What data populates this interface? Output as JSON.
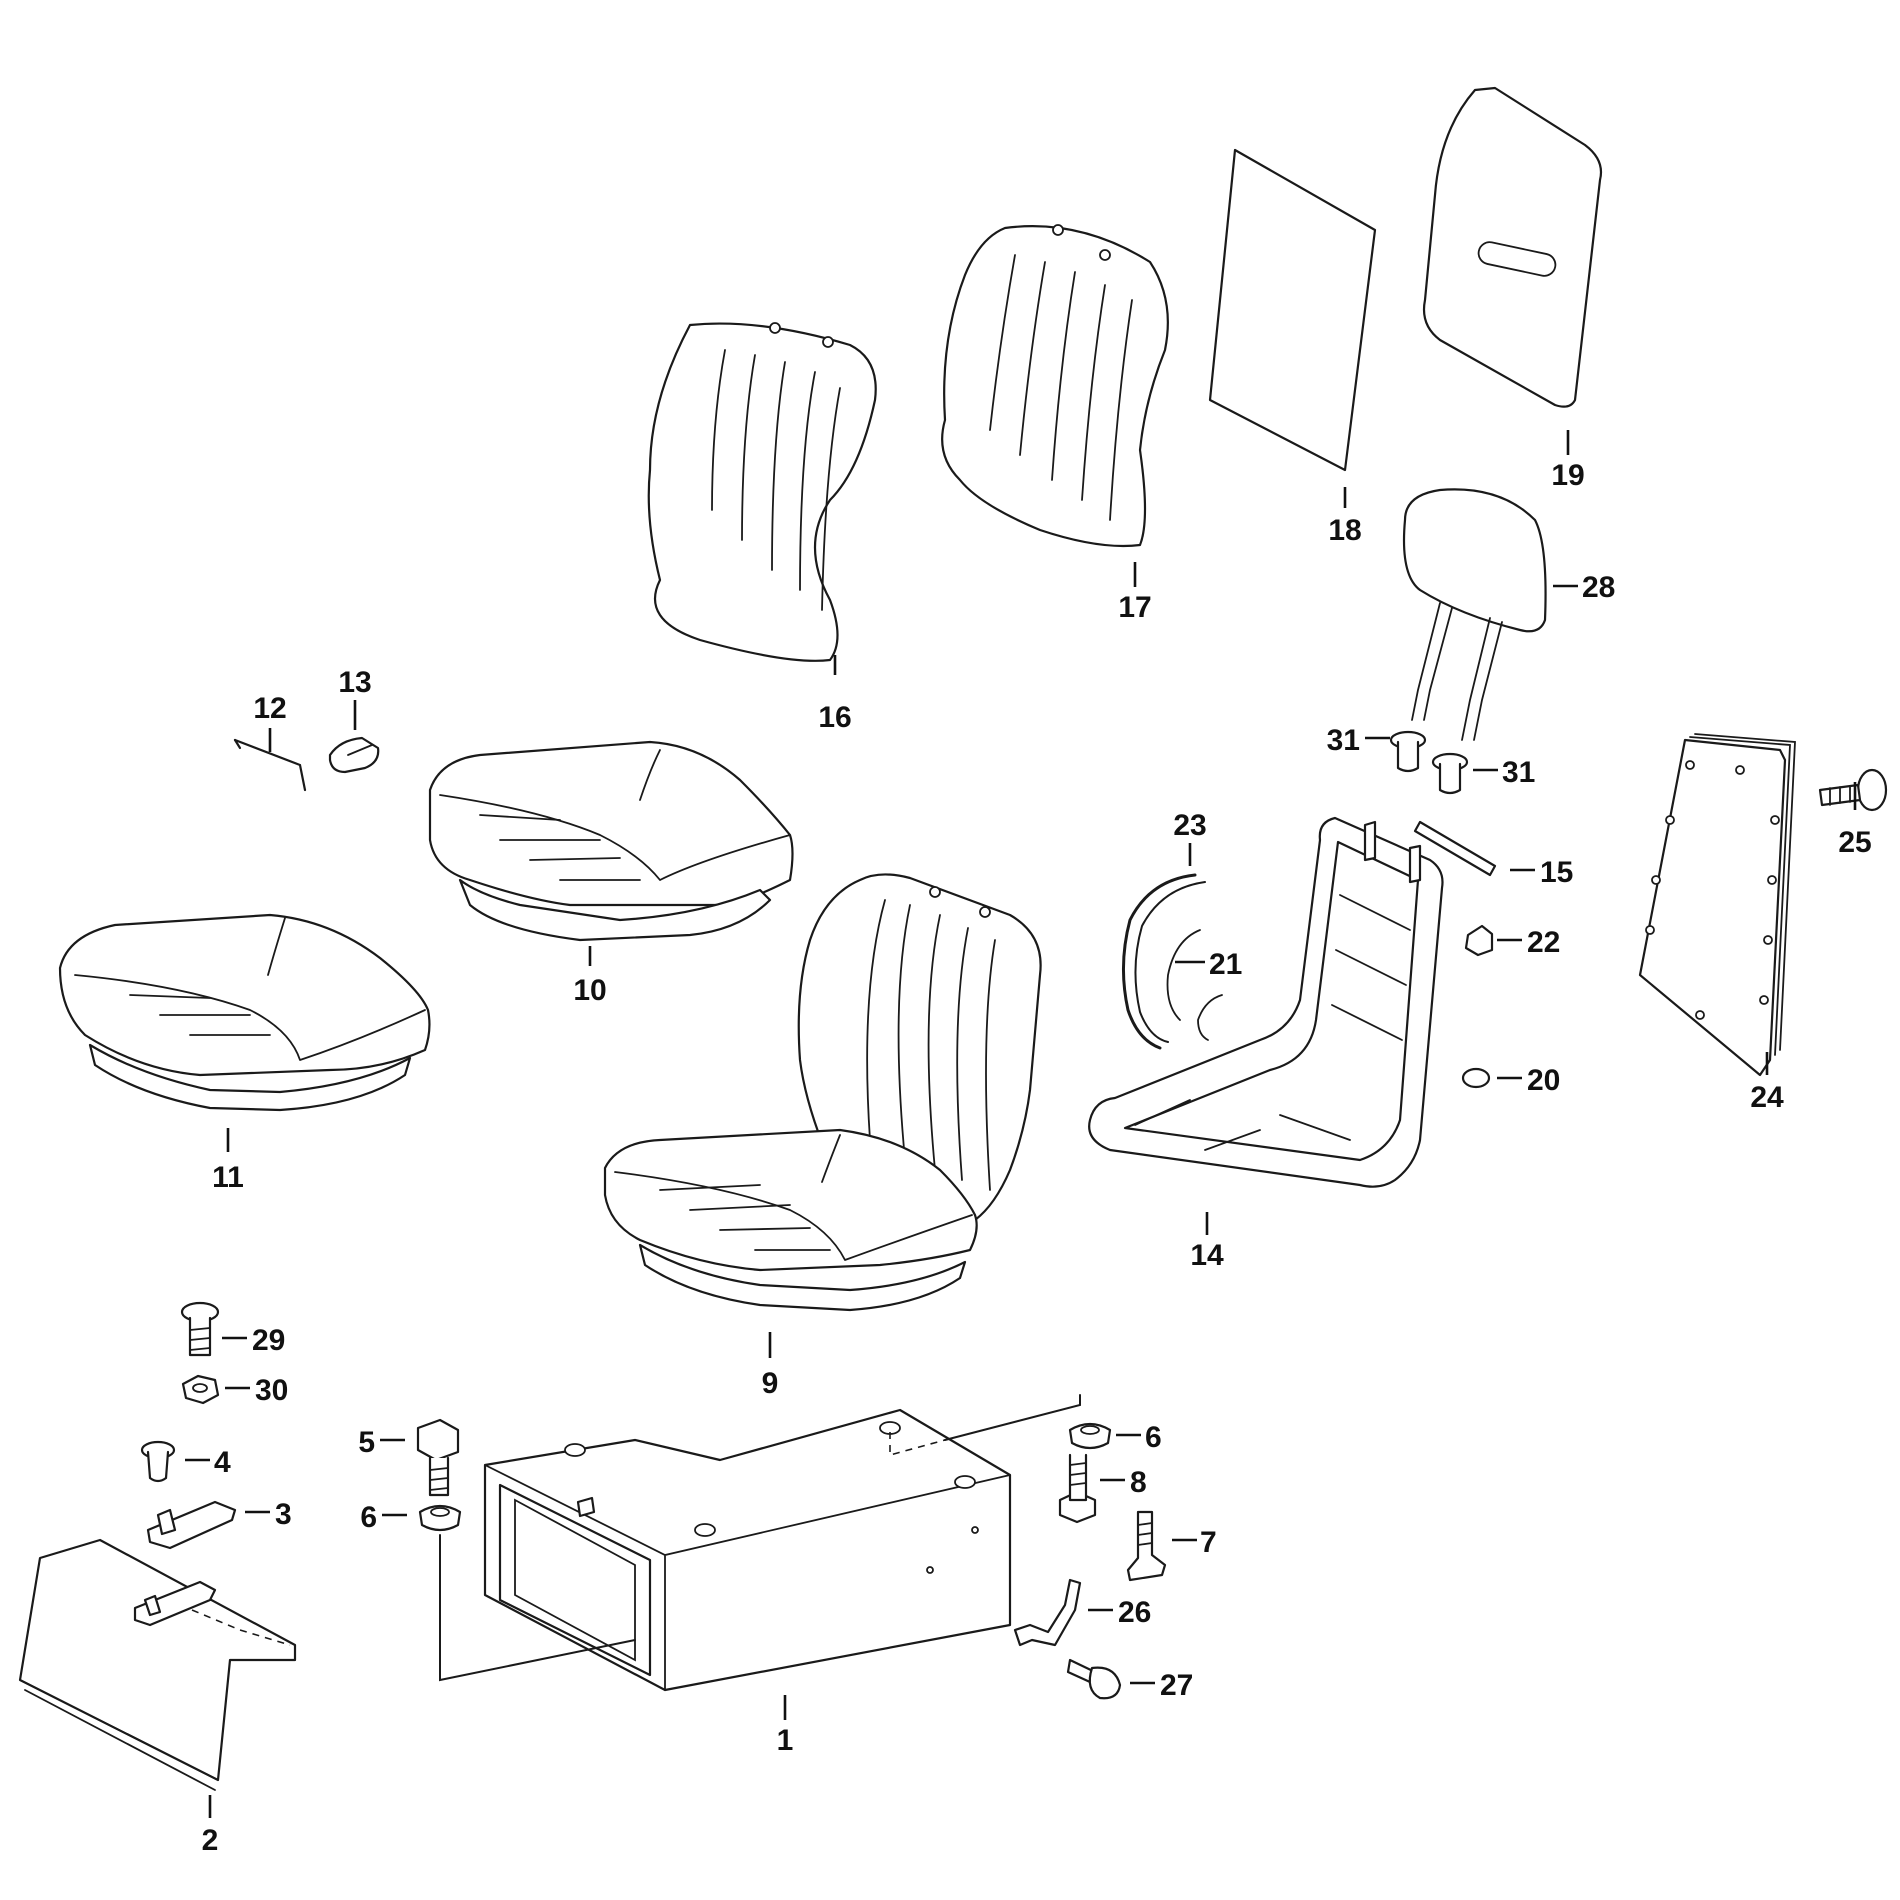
{
  "diagram": {
    "type": "exploded-parts-view",
    "callouts": {
      "c1": "1",
      "c2": "2",
      "c3": "3",
      "c4": "4",
      "c5": "5",
      "c6a": "6",
      "c6b": "6",
      "c7": "7",
      "c8": "8",
      "c9": "9",
      "c10": "10",
      "c11": "11",
      "c12": "12",
      "c13": "13",
      "c14": "14",
      "c15": "15",
      "c16": "16",
      "c17": "17",
      "c18": "18",
      "c19": "19",
      "c20": "20",
      "c21": "21",
      "c22": "22",
      "c23": "23",
      "c24": "24",
      "c25": "25",
      "c26": "26",
      "c27": "27",
      "c28": "28",
      "c29": "29",
      "c30": "30",
      "c31a": "31",
      "c31b": "31"
    }
  }
}
